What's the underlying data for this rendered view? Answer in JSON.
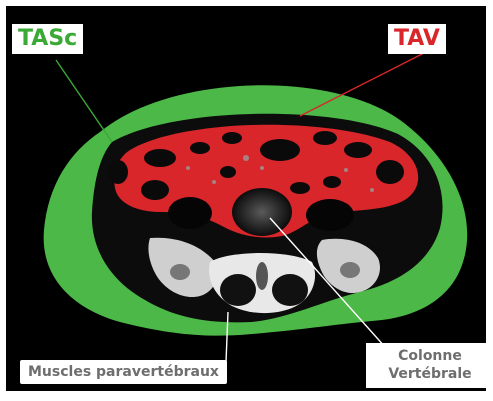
{
  "labels": {
    "tasc": "TASc",
    "tav": "TAV",
    "muscles": "Muscles paravertébraux",
    "colonne_line1": "Colonne",
    "colonne_line2": "Vertébrale"
  },
  "colors": {
    "background": "#000000",
    "subcutaneous_fat": "#4cb848",
    "visceral_fat": "#d9262a",
    "tasc_text": "#3aa936",
    "tav_text": "#d9262a",
    "annotation_text": "#6e6e6e"
  }
}
